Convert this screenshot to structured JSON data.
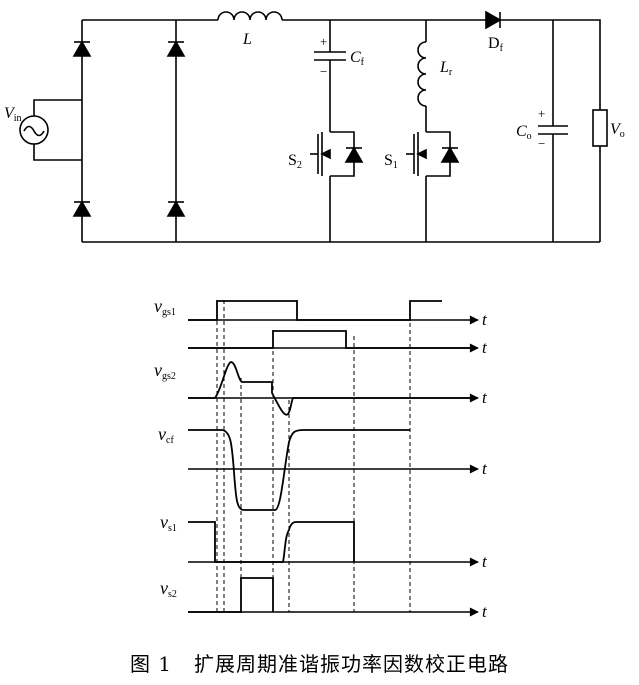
{
  "circuit": {
    "labels": {
      "vin_main": "V",
      "vin_sub": "in",
      "inductor": "L",
      "cf_main": "C",
      "cf_sub": "f",
      "lr_main": "L",
      "lr_sub": "r",
      "df_main": "D",
      "df_sub": "f",
      "co_main": "C",
      "co_sub": "o",
      "vo_main": "V",
      "vo_sub": "o",
      "s2_main": "S",
      "s2_sub": "2",
      "s1_main": "S",
      "s1_sub": "1",
      "plus": "+",
      "minus": "−"
    }
  },
  "timing": {
    "time_label": "t",
    "signals": [
      {
        "main": "v",
        "sub": "gs1"
      },
      {
        "main": "v",
        "sub": "gs2"
      },
      {
        "main": "v",
        "sub": "cf"
      },
      {
        "main": "v",
        "sub": "s1"
      },
      {
        "main": "v",
        "sub": "s2"
      }
    ]
  },
  "caption": {
    "figure": "图 1",
    "title": "扩展周期准谐振功率因数校正电路"
  }
}
